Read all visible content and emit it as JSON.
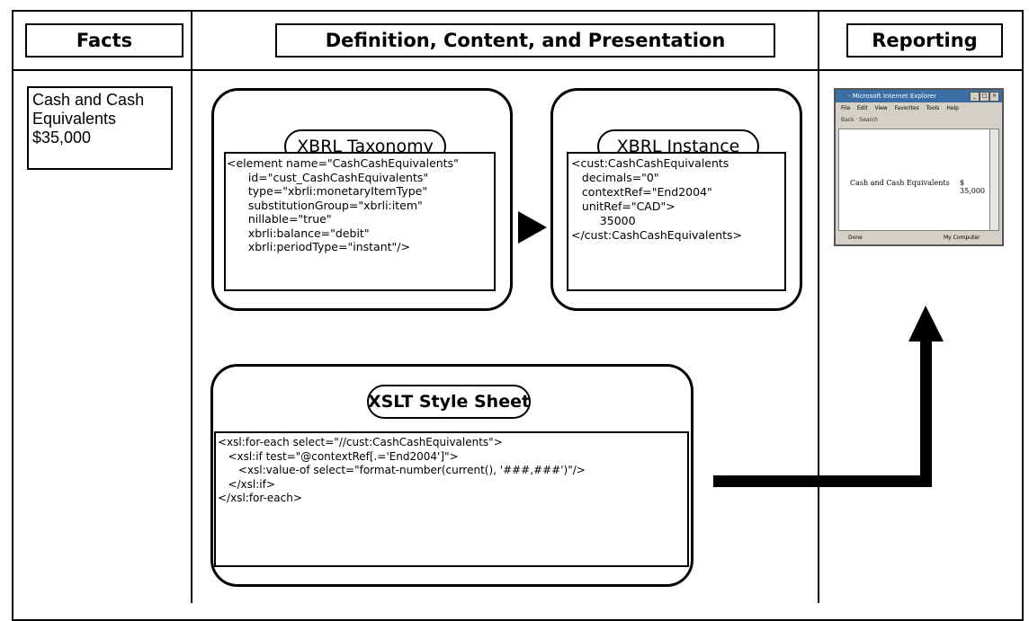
{
  "columns": {
    "facts": "Facts",
    "definition": "Definition, Content, and Presentation",
    "reporting": "Reporting"
  },
  "fact": {
    "line1": "Cash and Cash",
    "line2": "Equivalents",
    "line3": "$35,000"
  },
  "taxonomy": {
    "title": "XBRL Taxonomy",
    "code": [
      "<element name=\"CashCashEquivalents\"",
      "      id=\"cust_CashCashEquivalents\"",
      "      type=\"xbrli:monetaryItemType\"",
      "      substitutionGroup=\"xbrli:item\"",
      "      nillable=\"true\"",
      "      xbrli:balance=\"debit\"",
      "      xbrli:periodType=\"instant\"/>"
    ]
  },
  "instance": {
    "title": "XBRL Instance",
    "code": [
      "<cust:CashCashEquivalents",
      "   decimals=\"0\"",
      "   contextRef=\"End2004\"",
      "   unitRef=\"CAD\">",
      "        35000",
      "</cust:CashCashEquivalents>"
    ]
  },
  "xslt": {
    "title": "XSLT Style Sheet",
    "code": [
      "<xsl:for-each select=\"//cust:CashCashEquivalents\">",
      "   <xsl:if test=\"@contextRef[.='End2004']\">",
      "      <xsl:value-of select=\"format-number(current(), '###,###')\"/>",
      "   </xsl:if>",
      "</xsl:for-each>"
    ]
  },
  "browser": {
    "title": "- Microsoft Internet Explorer",
    "menu": "File Edit View Favorites Tools Help",
    "toolbar": "Back · Search",
    "content_label": "Cash and Cash Equivalents",
    "content_value": "$ 35,000",
    "status_left": "Done",
    "status_right": "My Computer"
  }
}
